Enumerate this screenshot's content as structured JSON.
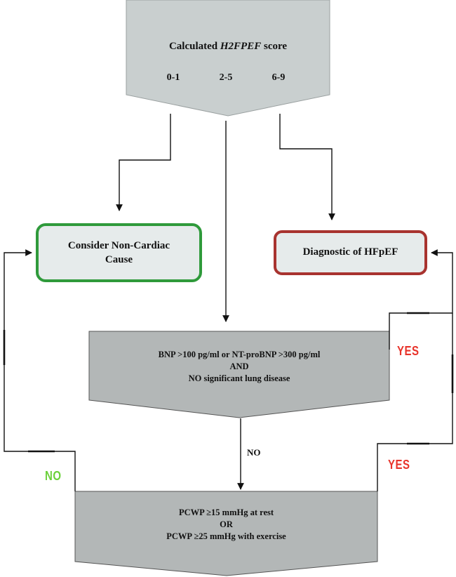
{
  "top": {
    "title_prefix": "Calculated ",
    "title_italic": "H2FPEF",
    "title_suffix": " score",
    "range_low": "0-1",
    "range_mid": "2-5",
    "range_high": "6-9"
  },
  "non_cardiac": {
    "line1": "Consider Non-Cardiac",
    "line2": "Cause"
  },
  "hfpef": {
    "label": "Diagnostic of HFpEF"
  },
  "bnp": {
    "line1": "BNP >100 pg/ml or NT-proBNP >300 pg/ml",
    "line2": "AND",
    "line3": "NO significant lung disease"
  },
  "pcwp": {
    "line1": "PCWP ≥15 mmHg at rest",
    "line2": "OR",
    "line3": "PCWP ≥25 mmHg with exercise"
  },
  "labels": {
    "yes_bnp": "YES",
    "yes_pcwp": "YES",
    "no_bnp": "NO",
    "no_pcwp": "NO"
  },
  "colors": {
    "gray_fill": "#c9cfcf",
    "gray_dark_fill": "#b3b7b7",
    "box_fill": "#e6ebeb",
    "green_border": "#2f9a3b",
    "red_border": "#a8332f",
    "yes_text": "#e8332a",
    "no_green_text": "#6cd13b"
  }
}
